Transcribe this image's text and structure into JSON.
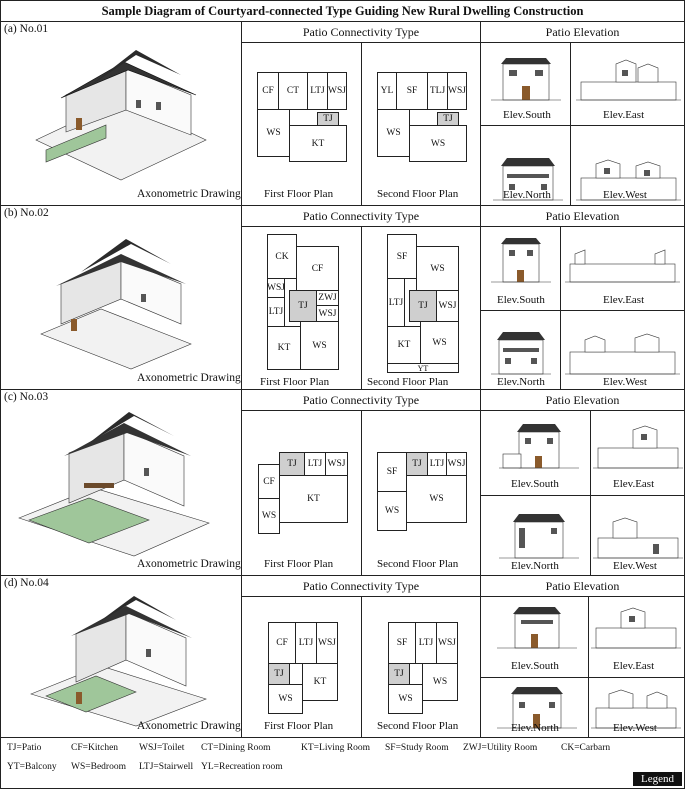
{
  "title": "Sample Diagram of Courtyard-connected Type Guiding New Rural Dwelling Construction",
  "headers": {
    "patio": "Patio Connectivity Type",
    "elevation": "Patio Elevation"
  },
  "rows": [
    {
      "label": "(a) No.01",
      "axo_caption": "Axonometric Drawing",
      "plan1_caption": "First Floor Plan",
      "plan2_caption": "Second Floor Plan",
      "plan1_rooms": [
        "CF",
        "CT",
        "LTJ",
        "WSJ",
        "TJ",
        "WS",
        "KT"
      ],
      "plan2_rooms": [
        "YL",
        "SF",
        "TLJ",
        "WSJ",
        "TJ",
        "WS",
        "WS"
      ],
      "elevations": [
        "Elev.South",
        "Elev.East",
        "Elev.North",
        "Elev.West"
      ]
    },
    {
      "label": "(b) No.02",
      "axo_caption": "Axonometric Drawing",
      "plan1_caption": "First Floor Plan",
      "plan2_caption": "Second Floor Plan",
      "plan1_rooms": [
        "CK",
        "CF",
        "WSJ",
        "LTJ",
        "TJ",
        "ZWJ",
        "WSJ",
        "KT",
        "WS"
      ],
      "plan2_rooms": [
        "SF",
        "WS",
        "LTJ",
        "TJ",
        "WSJ",
        "KT",
        "WS",
        "YT"
      ],
      "elevations": [
        "Elev.South",
        "Elev.East",
        "Elev.North",
        "Elev.West"
      ]
    },
    {
      "label": "(c) No.03",
      "axo_caption": "Axonometric Drawing",
      "plan1_caption": "First Floor Plan",
      "plan2_caption": "Second Floor Plan",
      "plan1_rooms": [
        "CF",
        "TJ",
        "LTJ",
        "WSJ",
        "KT",
        "WS"
      ],
      "plan2_rooms": [
        "SF",
        "TJ",
        "LTJ",
        "WSJ",
        "WS",
        "WS"
      ],
      "elevations": [
        "Elev.South",
        "Elev.East",
        "Elev.North",
        "Elev.West"
      ]
    },
    {
      "label": "(d) No.04",
      "axo_caption": "Axonometric Drawing",
      "plan1_caption": "First Floor Plan",
      "plan2_caption": "Second Floor Plan",
      "plan1_rooms": [
        "CF",
        "LTJ",
        "WSJ",
        "TJ",
        "KT",
        "WS"
      ],
      "plan2_rooms": [
        "SF",
        "LTJ",
        "WSJ",
        "TJ",
        "WS",
        "WS"
      ],
      "elevations": [
        "Elev.South",
        "Elev.East",
        "Elev.North",
        "Elev.West"
      ]
    }
  ],
  "legend": {
    "items": [
      "TJ=Patio",
      "CF=Kitchen",
      "WSJ=Toilet",
      "CT=Dining Room",
      "KT=Living Room",
      "SF=Study Room",
      "ZWJ=Utility Room",
      "CK=Carbarn",
      "YT=Balcony",
      "WS=Bedroom",
      "LTJ=Stairwell",
      "YL=Recreation room"
    ],
    "badge": "Legend"
  }
}
